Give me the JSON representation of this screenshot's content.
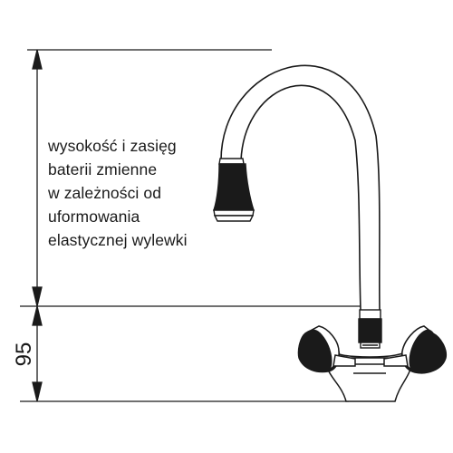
{
  "description_lines": [
    "wysokość i zasięg",
    "baterii zmienne",
    "w zależności od",
    "uformowania",
    "elastycznej wylewki"
  ],
  "dimension_lower": "95",
  "dimension_upper": "",
  "colors": {
    "line": "#1a1a1a",
    "background": "#ffffff"
  }
}
